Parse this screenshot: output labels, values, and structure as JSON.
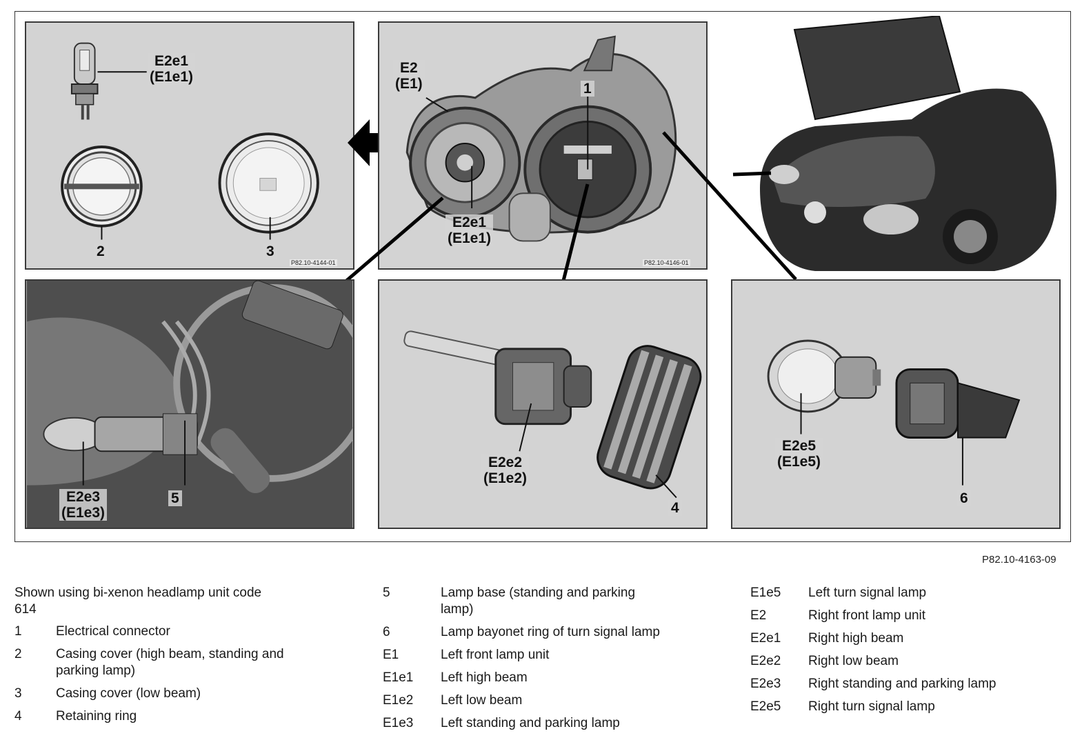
{
  "figure": {
    "reference": "P82.10-4163-09",
    "panels": {
      "bulbs": {
        "code": "P82.10-4144-01",
        "callouts": {
          "bulb_top_line1": "E2e1",
          "bulb_top_line2": "(E1e1)",
          "cover_left": "2",
          "cover_right": "3"
        }
      },
      "headlamp": {
        "code": "P82.10-4146-01",
        "callouts": {
          "unit_line1": "E2",
          "unit_line2": "(E1)",
          "connector": "1",
          "bulb_line1": "E2e1",
          "bulb_line2": "(E1e1)"
        }
      },
      "parking": {
        "callouts": {
          "bulb_line1": "E2e3",
          "bulb_line2": "(E1e3)",
          "base": "5"
        }
      },
      "xenon": {
        "callouts": {
          "bulb_line1": "E2e2",
          "bulb_line2": "(E1e2)",
          "ring": "4"
        }
      },
      "turn": {
        "callouts": {
          "bulb_line1": "E2e5",
          "bulb_line2": "(E1e5)",
          "ring": "6"
        }
      }
    }
  },
  "legend": {
    "intro": "Shown using bi-xenon headlamp unit code 614",
    "column1": [
      {
        "key": "1",
        "text": "Electrical connector"
      },
      {
        "key": "2",
        "text": "Casing cover (high beam, standing and parking lamp)"
      },
      {
        "key": "3",
        "text": "Casing cover (low beam)"
      },
      {
        "key": "4",
        "text": "Retaining ring"
      }
    ],
    "column2": [
      {
        "key": "5",
        "text": "Lamp base (standing and parking lamp)"
      },
      {
        "key": "6",
        "text": "Lamp bayonet ring of turn signal lamp"
      },
      {
        "key": "E1",
        "text": "Left front lamp unit"
      },
      {
        "key": "E1e1",
        "text": "Left high beam"
      },
      {
        "key": "E1e2",
        "text": "Left low beam"
      },
      {
        "key": "E1e3",
        "text": "Left standing and parking lamp"
      }
    ],
    "column3": [
      {
        "key": "E1e5",
        "text": "Left turn signal lamp"
      },
      {
        "key": "E2",
        "text": "Right front lamp unit"
      },
      {
        "key": "E2e1",
        "text": "Right high beam"
      },
      {
        "key": "E2e2",
        "text": "Right low beam"
      },
      {
        "key": "E2e3",
        "text": "Right standing and parking lamp"
      },
      {
        "key": "E2e5",
        "text": "Right turn signal lamp"
      }
    ]
  }
}
